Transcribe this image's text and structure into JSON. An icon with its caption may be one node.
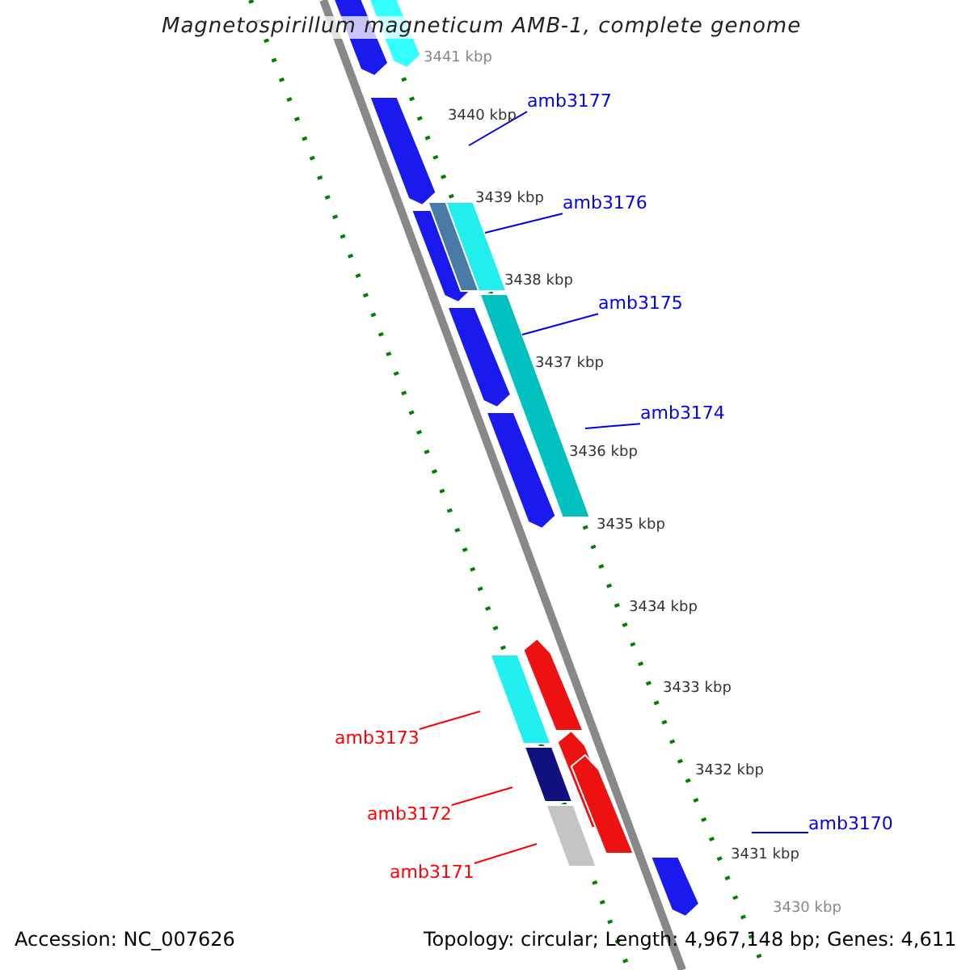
{
  "diagram": {
    "title": "Magnetospirillum magneticum AMB-1, complete genome",
    "nodes": [
      {
        "text": [
          "amb3177"
        ]
      },
      {
        "text": [
          "amb3176"
        ]
      },
      {
        "text": [
          "amb3175"
        ]
      },
      {
        "text": [
          "amb3174"
        ]
      },
      {
        "text": [
          "amb3173"
        ]
      },
      {
        "text": [
          "amb3172"
        ]
      },
      {
        "text": [
          "amb3171"
        ]
      },
      {
        "text": [
          "amb3170"
        ]
      }
    ],
    "edges": [
      {
        "from": 0,
        "to": null,
        "arrow": "none"
      },
      {
        "from": 1,
        "to": null,
        "arrow": "none"
      },
      {
        "from": 2,
        "to": null,
        "arrow": "none"
      },
      {
        "from": 3,
        "to": null,
        "arrow": "none"
      },
      {
        "from": 4,
        "to": null,
        "arrow": "none",
        "color": "#ff0000"
      },
      {
        "from": 5,
        "to": null,
        "arrow": "none",
        "color": "#ff0000"
      },
      {
        "from": 6,
        "to": null,
        "arrow": "none",
        "color": "#ff0000"
      },
      {
        "from": 7,
        "to": null,
        "arrow": "none"
      }
    ],
    "labels": [
      "3441 kbp",
      "3440 kbp",
      "3439 kbp",
      "3438 kbp",
      "3437 kbp",
      "3436 kbp",
      "3435 kbp",
      "3434 kbp",
      "3433 kbp",
      "3432 kbp",
      "3431 kbp",
      "3430 kbp",
      "Accession: NC_007626",
      "Topology: circular; Length: 4,967,148 bp; Genes: 4,611"
    ]
  }
}
